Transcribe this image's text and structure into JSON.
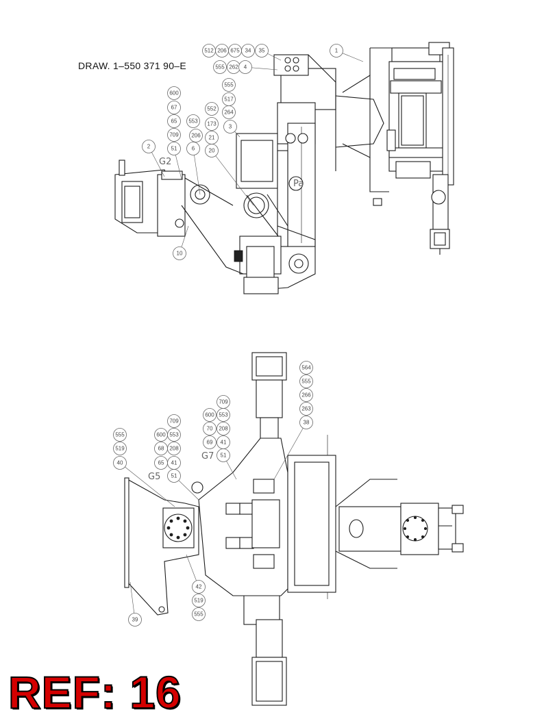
{
  "drawing_number": "DRAW. 1–550 371 90–E",
  "ref_label": "REF: 16",
  "colors": {
    "ref_fill": "#d40000",
    "ref_outline": "#000000",
    "line": "#1a1a1a"
  },
  "upper_view": {
    "group_labels": [
      {
        "label": "G2"
      }
    ],
    "callouts": [
      {
        "label": "512"
      },
      {
        "label": "206"
      },
      {
        "label": "675"
      },
      {
        "label": "34"
      },
      {
        "label": "35"
      },
      {
        "label": "555"
      },
      {
        "label": "262"
      },
      {
        "label": "4"
      },
      {
        "label": "1"
      },
      {
        "label": "600"
      },
      {
        "label": "67"
      },
      {
        "label": "65"
      },
      {
        "label": "709"
      },
      {
        "label": "51"
      },
      {
        "label": "553"
      },
      {
        "label": "206"
      },
      {
        "label": "6"
      },
      {
        "label": "555"
      },
      {
        "label": "517"
      },
      {
        "label": "552"
      },
      {
        "label": "264"
      },
      {
        "label": "173"
      },
      {
        "label": "3"
      },
      {
        "label": "21"
      },
      {
        "label": "20"
      },
      {
        "label": "2"
      },
      {
        "label": "10"
      }
    ],
    "part_marks": [
      {
        "label": "Pa"
      }
    ]
  },
  "lower_view": {
    "group_labels": [
      {
        "label": "G5"
      },
      {
        "label": "G7"
      }
    ],
    "callouts": [
      {
        "label": "564"
      },
      {
        "label": "555"
      },
      {
        "label": "266"
      },
      {
        "label": "263"
      },
      {
        "label": "38"
      },
      {
        "label": "709"
      },
      {
        "label": "600"
      },
      {
        "label": "553"
      },
      {
        "label": "70"
      },
      {
        "label": "208"
      },
      {
        "label": "69"
      },
      {
        "label": "41"
      },
      {
        "label": "51"
      },
      {
        "label": "709"
      },
      {
        "label": "600"
      },
      {
        "label": "553"
      },
      {
        "label": "68"
      },
      {
        "label": "208"
      },
      {
        "label": "65"
      },
      {
        "label": "41"
      },
      {
        "label": "51"
      },
      {
        "label": "555"
      },
      {
        "label": "519"
      },
      {
        "label": "40"
      },
      {
        "label": "42"
      },
      {
        "label": "519"
      },
      {
        "label": "555"
      },
      {
        "label": "39"
      }
    ]
  }
}
